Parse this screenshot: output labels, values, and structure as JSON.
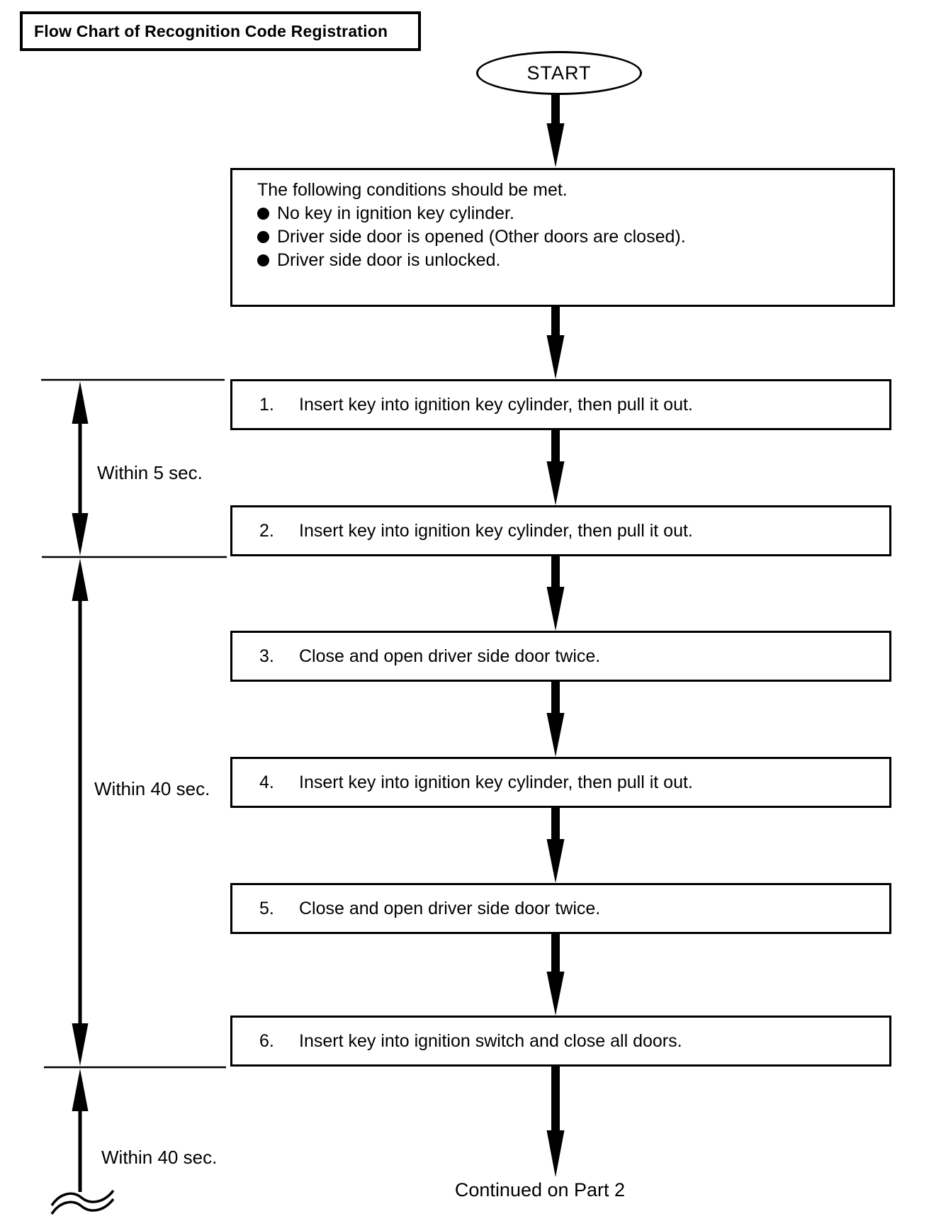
{
  "title": "Flow Chart of Recognition Code Registration",
  "start": {
    "label": "START"
  },
  "conditions": {
    "intro": "The following conditions should be met.",
    "items": [
      "No key in ignition key cylinder.",
      "Driver side door is opened (Other doors are closed).",
      "Driver side door is unlocked."
    ]
  },
  "steps": [
    {
      "num": "1.",
      "text": "Insert key into ignition key cylinder, then pull it out."
    },
    {
      "num": "2.",
      "text": "Insert key into ignition key cylinder, then pull it out."
    },
    {
      "num": "3.",
      "text": "Close and open driver side door twice."
    },
    {
      "num": "4.",
      "text": "Insert key into ignition key cylinder, then pull it out."
    },
    {
      "num": "5.",
      "text": "Close and open driver side door twice."
    },
    {
      "num": "6.",
      "text": "Insert key into ignition switch and close all doors."
    }
  ],
  "timers": [
    {
      "label": "Within 5 sec."
    },
    {
      "label": "Within 40 sec."
    },
    {
      "label": "Within 40 sec."
    }
  ],
  "footer": {
    "continued": "Continued on Part 2"
  },
  "colors": {
    "ink": "#000000",
    "paper": "#ffffff"
  }
}
